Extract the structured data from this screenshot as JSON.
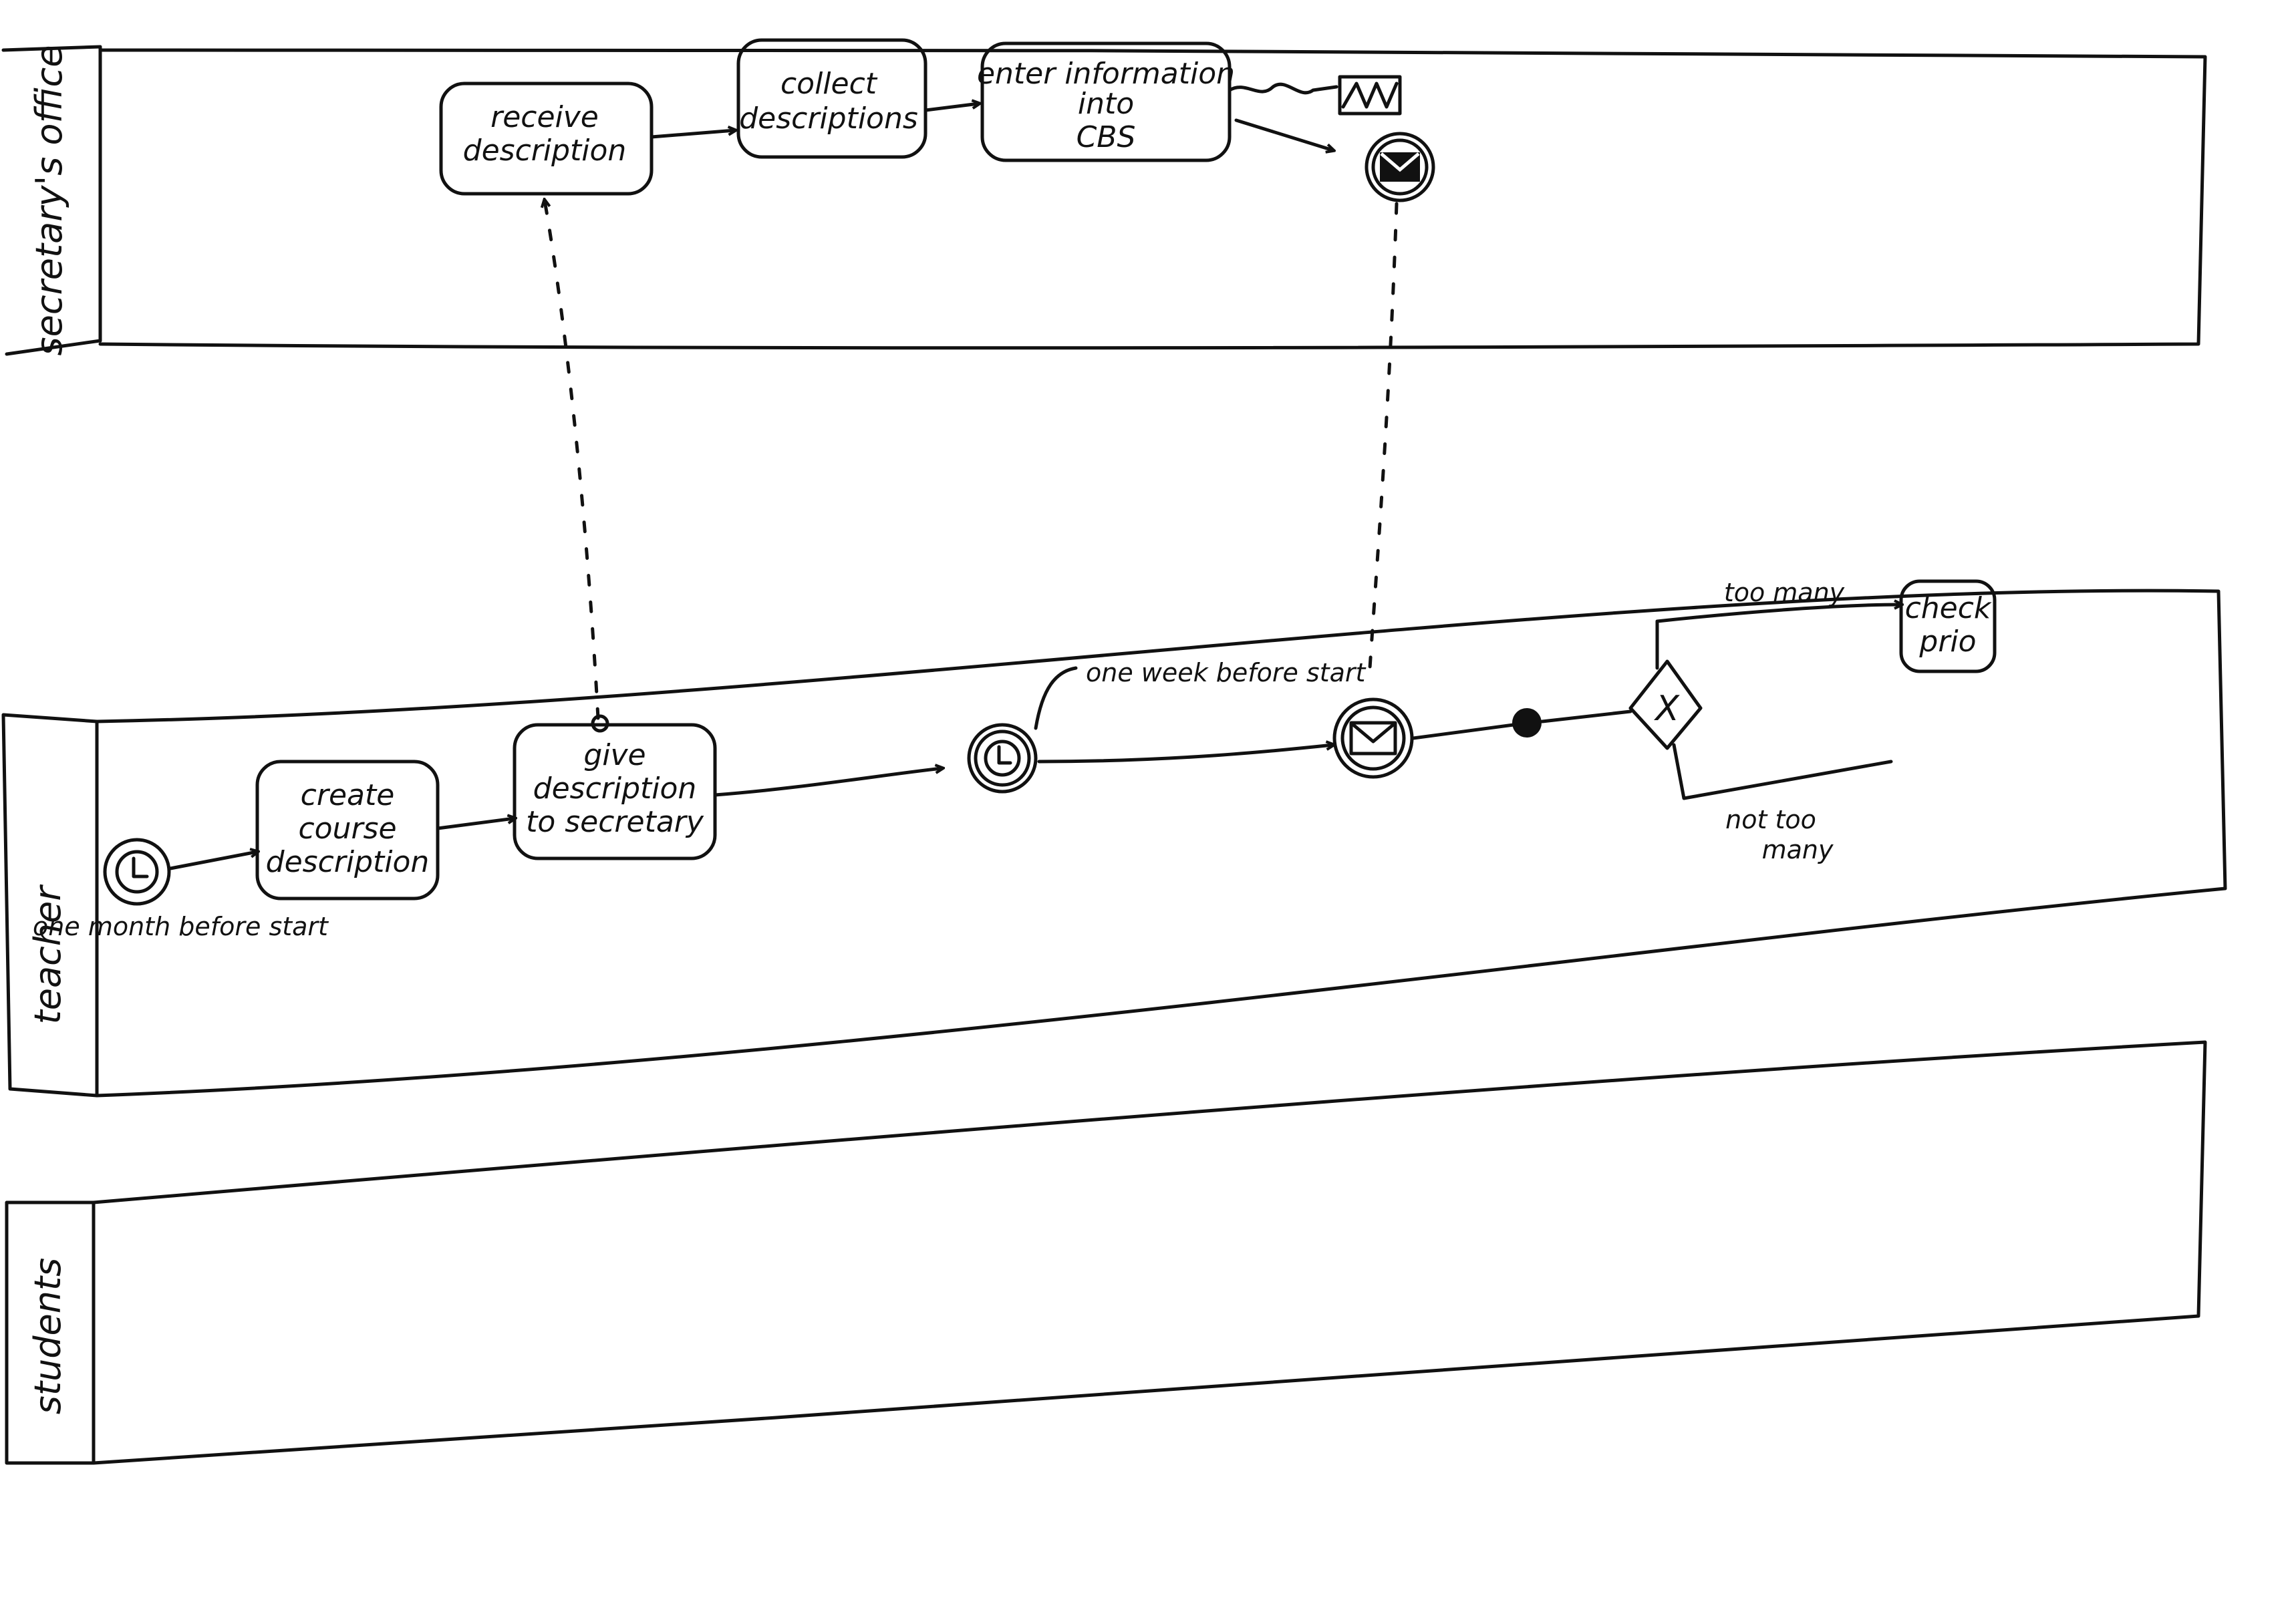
{
  "colors": {
    "ink": "#111111",
    "paper": "#ffffff"
  },
  "lanes": [
    {
      "label": "secretary's office"
    },
    {
      "label": "teacher"
    },
    {
      "label": "students"
    }
  ],
  "events": {
    "start_timer": {
      "label": "one month before start",
      "icon": "clock-icon"
    },
    "intermediate_timer": {
      "label": "one week before start",
      "icon": "clock-icon"
    },
    "message_throw": {
      "icon": "envelope-icon"
    },
    "message_catch": {
      "icon": "envelope-icon"
    }
  },
  "tasks": {
    "receive_description": {
      "lines": [
        "receive",
        "description"
      ]
    },
    "collect_descriptions": {
      "lines": [
        "collect",
        "descriptions"
      ]
    },
    "enter_information": {
      "lines": [
        "enter information",
        "into",
        "CBS"
      ]
    },
    "create_course_description": {
      "lines": [
        "create",
        "course",
        "description"
      ]
    },
    "give_description": {
      "lines": [
        "give",
        "description",
        "to secretary"
      ]
    },
    "check_prio": {
      "lines": [
        "check",
        "prio"
      ]
    }
  },
  "gateway": {
    "symbol": "X",
    "branches": {
      "top": "too many",
      "bottom": [
        "not too",
        "many"
      ]
    }
  },
  "artifacts": {
    "data_store_icon": "database-icon"
  }
}
